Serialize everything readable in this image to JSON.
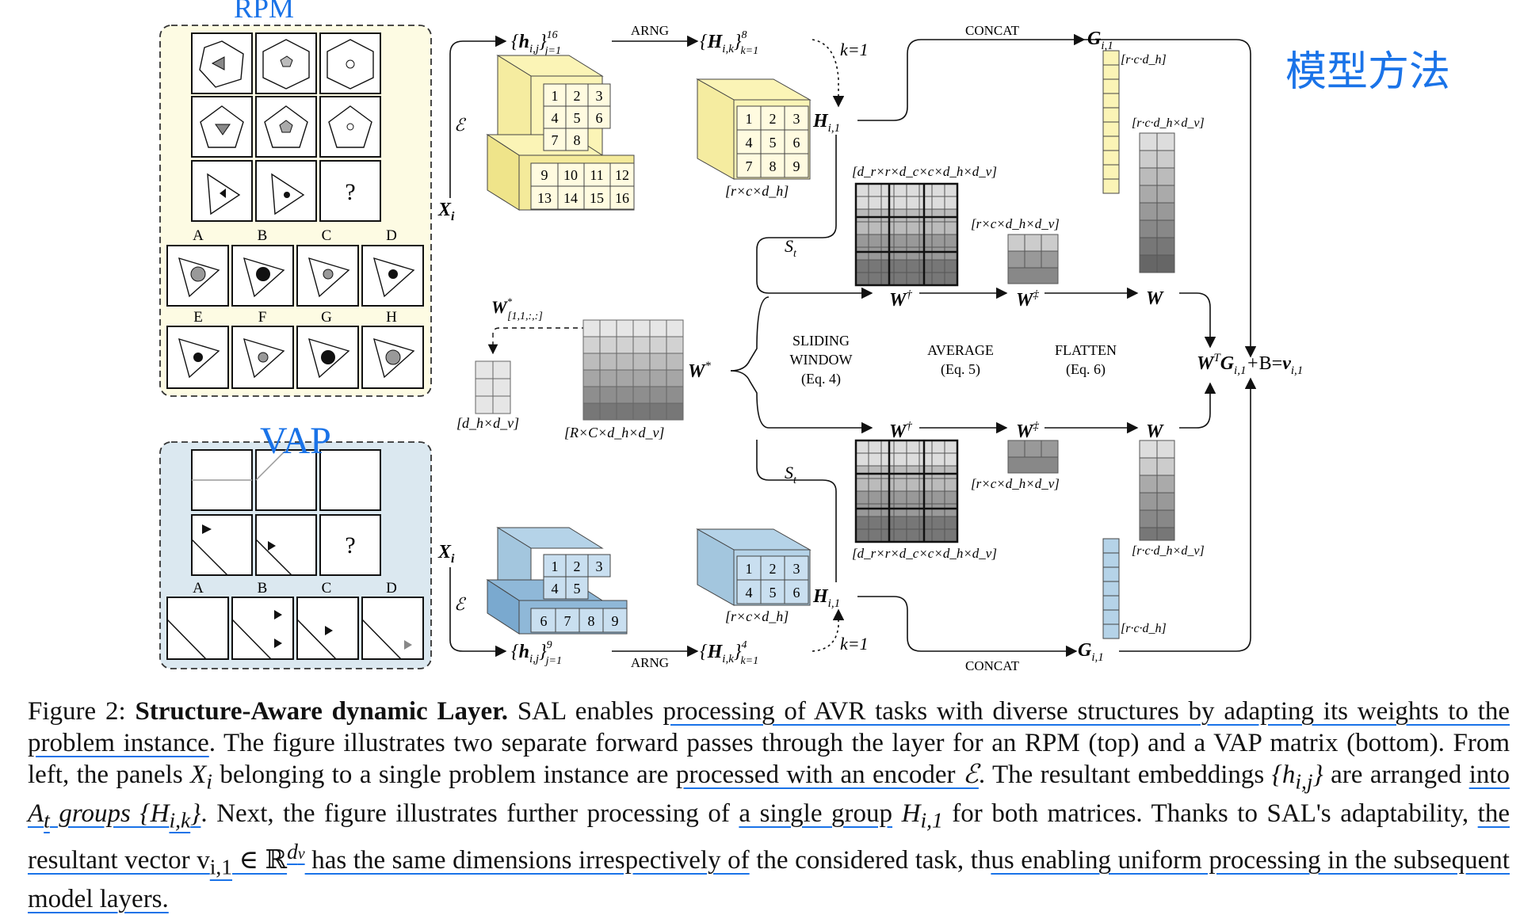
{
  "figure": {
    "rpm_options_top": [
      "A",
      "B",
      "C",
      "D"
    ],
    "rpm_options_bottom": [
      "E",
      "F",
      "G",
      "H"
    ],
    "vap_options": [
      "A",
      "B",
      "C",
      "D"
    ],
    "question_mark": "?",
    "annotations": {
      "rpm": "RPM",
      "vap": "VAP",
      "chinese": "模型方法"
    },
    "top": {
      "embeddings": "{h_{i,j}}_{j=1}^{16}",
      "arng": "ARNG",
      "groups": "{H_{i,k}}_{k=1}^{8}",
      "k_eq": "k=1",
      "h_label": "H_{i,1}",
      "cells_front": [
        "1",
        "2",
        "3",
        "4",
        "5",
        "6",
        "7",
        "8"
      ],
      "cells_back": [
        "9",
        "10",
        "11",
        "12",
        "13",
        "14",
        "15",
        "16"
      ],
      "group_cells": [
        "1",
        "2",
        "3",
        "4",
        "5",
        "6",
        "7",
        "8",
        "9"
      ],
      "group_dim": "[r×c×d_h]",
      "concat": "CONCAT",
      "g_label": "G_{i,1}",
      "g_dim": "[r·c·d_h]",
      "w_dim": "[r·c·d_h×d_v]",
      "st": "S_t",
      "wdag_dim": "[d_r×r×d_c×c×d_h×d_v]",
      "wddag_dim": "[r×c×d_h×d_v]"
    },
    "middle": {
      "wstar_slice": "W*_{[1,1,:,:]}",
      "slice_dim": "[d_h×d_v]",
      "wstar_dim": "[R×C×d_h×d_v]",
      "wstar": "W*",
      "sliding": [
        "SLIDING",
        "WINDOW",
        "(Eq. 4)"
      ],
      "average": [
        "AVERAGE",
        "(Eq. 5)"
      ],
      "flatten": [
        "FLATTEN",
        "(Eq. 6)"
      ],
      "formula": "W^T G_{i,1} + B = v_{i,1}"
    },
    "bottom": {
      "embeddings": "{h_{i,j}}_{j=1}^{9}",
      "arng": "ARNG",
      "groups": "{H_{i,k}}_{k=1}^{4}",
      "k_eq": "k=1",
      "cells_front": [
        "1",
        "2",
        "3",
        "4",
        "5"
      ],
      "cells_back": [
        "6",
        "7",
        "8",
        "9"
      ],
      "group_cells": [
        "1",
        "2",
        "3",
        "4",
        "5",
        "6"
      ],
      "group_dim": "[r×c×d_h]",
      "concat": "CONCAT",
      "g_label": "G_{i,1}",
      "g_dim": "[r·c·d_h]",
      "w_dim": "[r·c·d_h×d_v]",
      "st": "S_t",
      "wdag_dim": "[d_r×r×d_c×c×d_h×d_v]",
      "wddag_dim": "[r×c×d_h×d_v]"
    },
    "colors": {
      "rpm_bg": "#fdfbe3",
      "vap_bg": "#dbe8f0",
      "yellow": "#fbf4b6",
      "blue": "#b5d3e8",
      "ink": "#1a73e8"
    }
  },
  "caption": {
    "prefix": "Figure 2: ",
    "title": "Structure-Aware dynamic Layer.",
    "s1": " SAL enables ",
    "u1": "processing of AVR tasks with diverse structures by adapting its weights to the problem instance",
    "s2": ". The figure illustrates two separate forward passes through the layer for an RPM (top) and a VAP matrix (bottom). From left, the panels ",
    "m1": "X",
    "m1sub": "i",
    "s3": " belonging to a single problem instance are ",
    "u2": "processed with an encoder",
    "m2": " ℰ",
    "s4": ". The resultant embeddings ",
    "m3": "{h",
    "m3sub": "i,j",
    "m3end": "}",
    "s5": " are arranged ",
    "u3a": "into ",
    "u3b": "A",
    "u3bsub": "t",
    "u3c": " groups {H",
    "u3csub": "i,k",
    "u3d": "}",
    "s6": ". Next, the figure illustrates further processing of ",
    "u4": "a single group",
    "m4": " H",
    "m4sub": "i,1",
    "s7": " for both matrices. Thanks to SAL's adaptability, ",
    "u5a": "the resultant vector v",
    "u5asub": "i,1",
    "u5b": " ∈ ℝ",
    "u5bsup": "d",
    "u5bsupsub": "v",
    "u5c": " has the same dimensions irrespectively of",
    "s8": " the considered task, th",
    "u6": "us enabling uniform processing in the subsequent model layers."
  }
}
